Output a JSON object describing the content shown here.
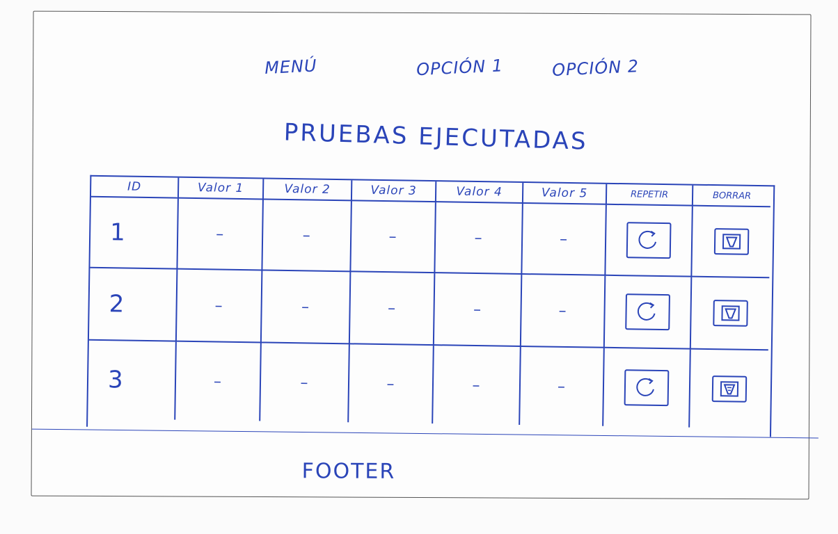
{
  "nav": {
    "menu": "MENÚ",
    "option1": "OPCIÓN 1",
    "option2": "OPCIÓN 2"
  },
  "page_title": "PRUEBAS EJECUTADAS",
  "table": {
    "headers": [
      "ID",
      "Valor 1",
      "Valor 2",
      "Valor 3",
      "Valor 4",
      "Valor 5",
      "REPETIR",
      "BORRAR"
    ],
    "rows": [
      {
        "id": "1",
        "values": [
          "–",
          "–",
          "–",
          "–",
          "–"
        ]
      },
      {
        "id": "2",
        "values": [
          "–",
          "–",
          "–",
          "–",
          "–"
        ]
      },
      {
        "id": "3",
        "values": [
          "–",
          "–",
          "–",
          "–",
          "–"
        ]
      }
    ],
    "repeat_icon": "repeat-icon",
    "delete_icon": "trash-icon"
  },
  "footer": "FOOTER",
  "colors": {
    "ink": "#2a44b8",
    "frame": "#555555"
  }
}
